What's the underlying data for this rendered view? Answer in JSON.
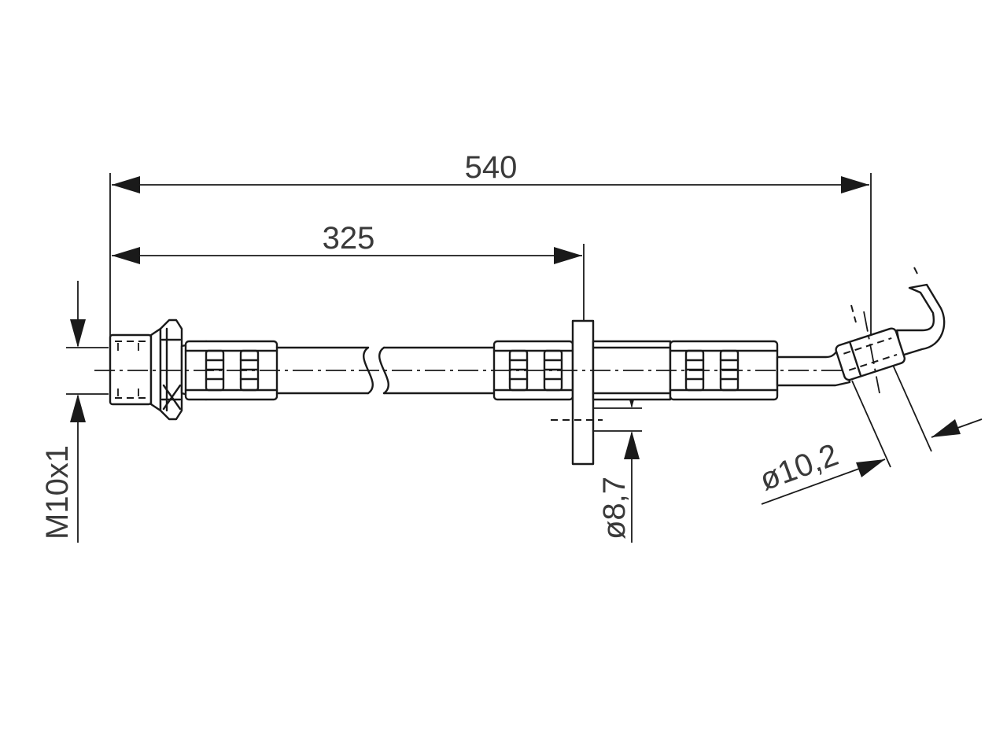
{
  "dimensions": {
    "overall_length": "540",
    "bracket_position": "325",
    "thread": "M10x1",
    "bracket_hole": "ø8,7",
    "fitting_diameter": "ø10,2"
  }
}
